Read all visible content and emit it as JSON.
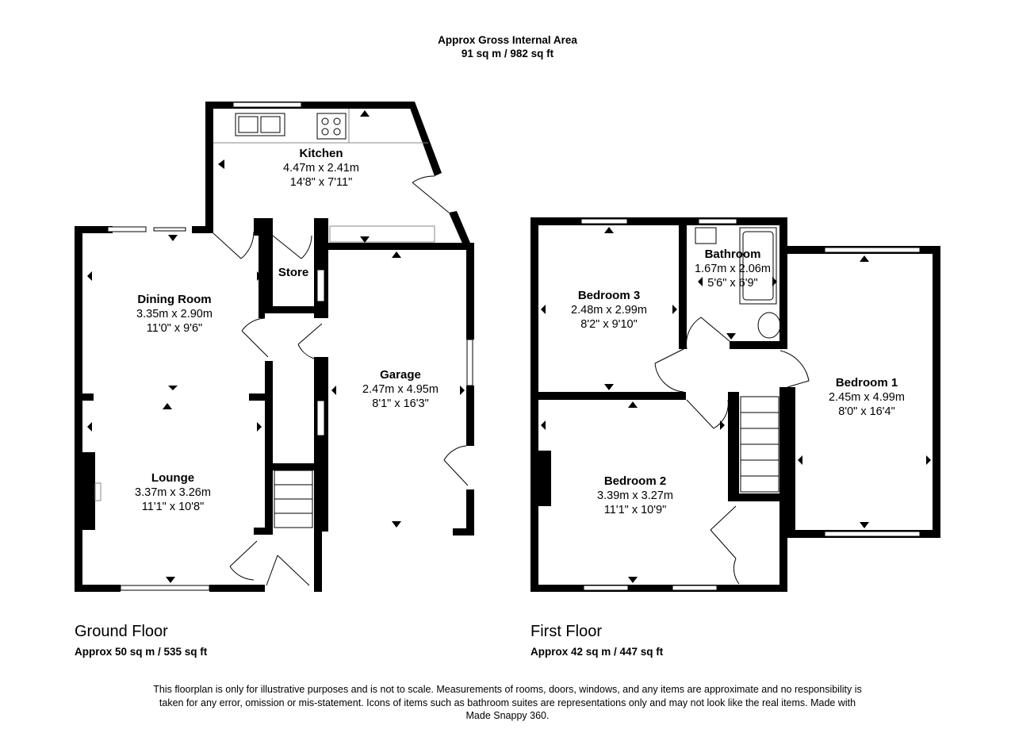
{
  "gross": {
    "title": "Approx Gross Internal Area",
    "area": "91 sq m / 982 sq ft"
  },
  "floors": [
    {
      "title": "Ground Floor",
      "area": "Approx 50 sq m / 535 sq ft"
    },
    {
      "title": "First Floor",
      "area": "Approx 42 sq m / 447 sq ft"
    }
  ],
  "rooms": {
    "kitchen": {
      "name": "Kitchen",
      "metric": "4.47m x 2.41m",
      "imperial": "14'8\" x 7'11\""
    },
    "dining": {
      "name": "Dining Room",
      "metric": "3.35m x 2.90m",
      "imperial": "11'0\" x 9'6\""
    },
    "store": {
      "name": "Store"
    },
    "garage": {
      "name": "Garage",
      "metric": "2.47m x 4.95m",
      "imperial": "8'1\" x 16'3\""
    },
    "lounge": {
      "name": "Lounge",
      "metric": "3.37m x 3.26m",
      "imperial": "11'1\" x 10'8\""
    },
    "bedroom3": {
      "name": "Bedroom 3",
      "metric": "2.48m x 2.99m",
      "imperial": "8'2\" x 9'10\""
    },
    "bathroom": {
      "name": "Bathroom",
      "metric": "1.67m x 2.06m",
      "imperial": "5'6\" x 6'9\""
    },
    "bedroom1": {
      "name": "Bedroom 1",
      "metric": "2.45m x 4.99m",
      "imperial": "8'0\" x 16'4\""
    },
    "bedroom2": {
      "name": "Bedroom 2",
      "metric": "3.39m x 3.27m",
      "imperial": "11'1\" x 10'9\""
    }
  },
  "disclaimer": "This floorplan is only for illustrative purposes and is not to scale. Measurements of rooms, doors, windows, and any items are approximate and no responsibility is taken for any error, omission or mis-statement. Icons of items such as bathroom suites are representations only and may not look like the real items. Made with Made Snappy 360.",
  "colors": {
    "wall": "#000000",
    "background": "#ffffff"
  }
}
